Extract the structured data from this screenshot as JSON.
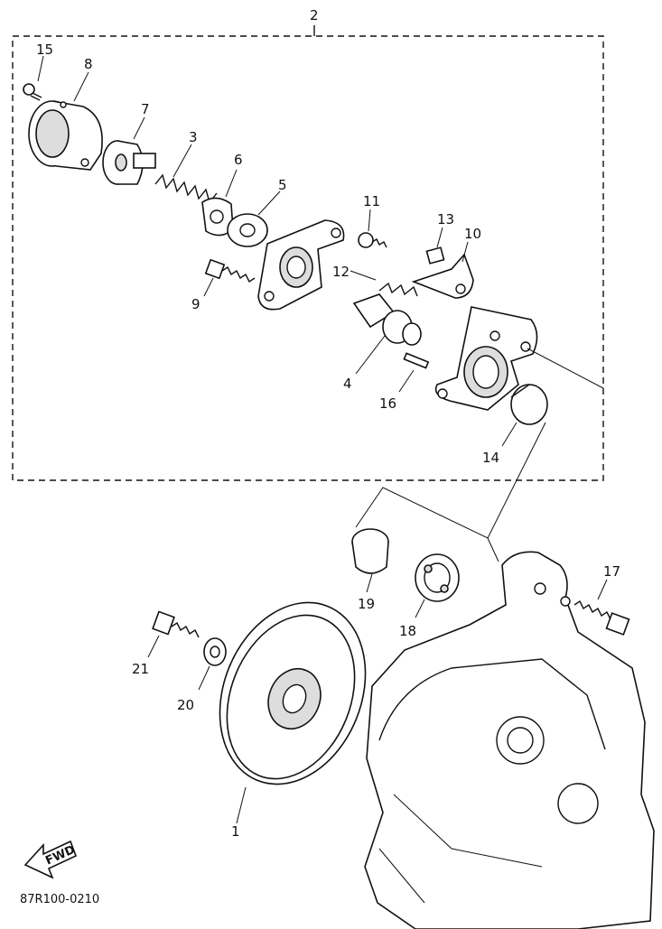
{
  "labels": {
    "group": "2",
    "p1": "1",
    "p3": "3",
    "p4": "4",
    "p5": "5",
    "p6": "6",
    "p7": "7",
    "p8": "8",
    "p9": "9",
    "p10": "10",
    "p11": "11",
    "p12": "12",
    "p13": "13",
    "p14": "14",
    "p15": "15",
    "p16": "16",
    "p17": "17",
    "p18": "18",
    "p19": "19",
    "p20": "20",
    "p21": "21"
  },
  "fwd_marker": "FWD",
  "drawing_ref": "87R100-0210"
}
